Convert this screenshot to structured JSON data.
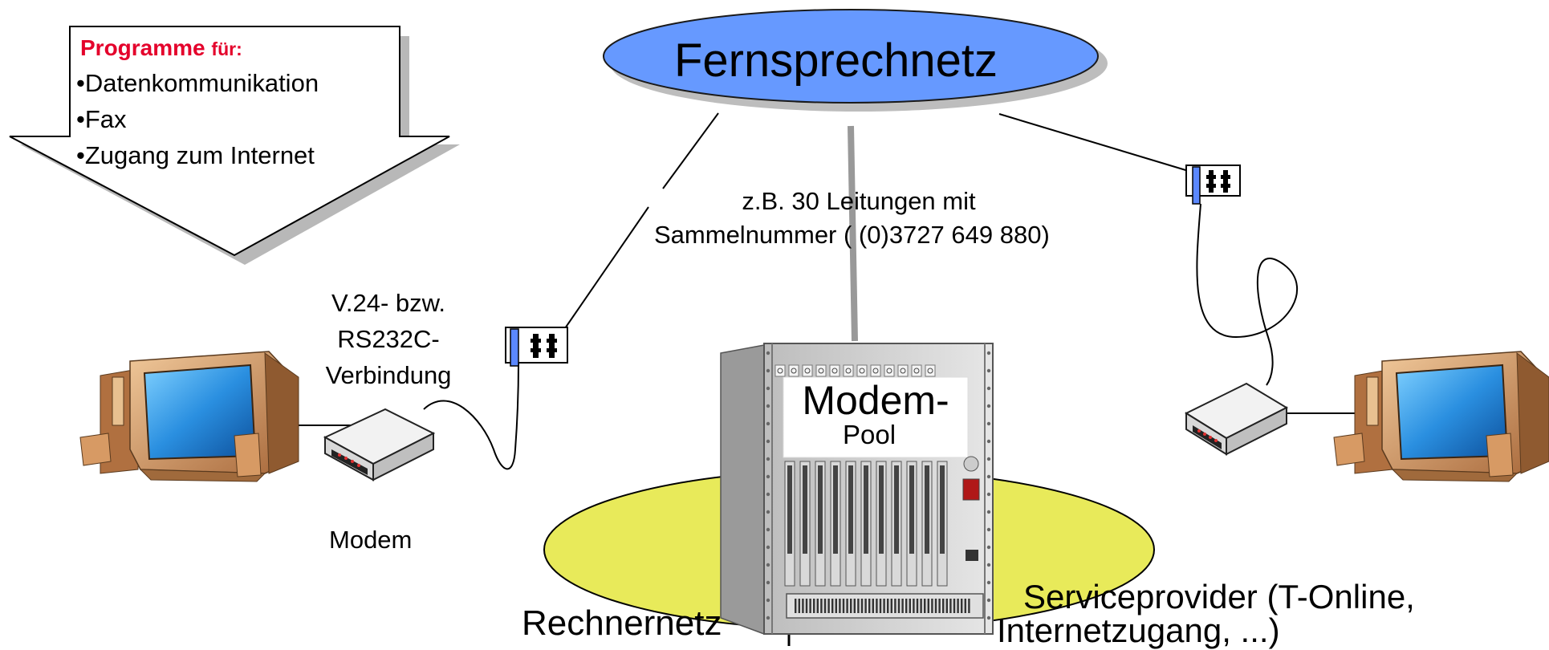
{
  "callout": {
    "heading_word": "Programme",
    "heading_suffix": "für:",
    "items": [
      "•Datenkommunikation",
      "•Fax",
      "•Zugang zum Internet"
    ]
  },
  "phone_network": {
    "label": "Fernsprechnetz"
  },
  "trunk_note": {
    "line1": "z.B. 30 Leitungen mit",
    "line2": "Sammelnummer ( (0)3727 649 880)"
  },
  "serial_link": {
    "line1": "V.24- bzw.",
    "line2": "RS232C-",
    "line3": "Verbindung"
  },
  "modem_label": "Modem",
  "modem_pool": {
    "line1": "Modem-",
    "line2": "Pool"
  },
  "computer_network_label": "Rechnernetz",
  "provider": {
    "line1": "Serviceprovider (T-Online,",
    "line2": "Internetzugang, ...)"
  },
  "colors": {
    "heading_red": "#e4002b",
    "cloud_blue": "#6699ff",
    "network_yellow": "#e8ea5a",
    "monitor_screen": "#1f86d8",
    "monitor_body": "#c98a55"
  }
}
